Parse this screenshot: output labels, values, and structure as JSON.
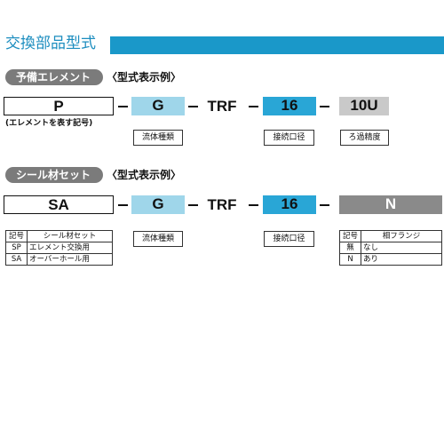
{
  "title": "交換部品型式",
  "section1": {
    "pill": "予備エレメント",
    "subtitle": "〈型式表示例〉",
    "codes": [
      "P",
      "G",
      "TRF",
      "16",
      "10U"
    ],
    "note": "(エレメントを表す記号)",
    "labels": [
      "流体種類",
      "接続口径",
      "ろ過精度"
    ]
  },
  "section2": {
    "pill": "シール材セット",
    "subtitle": "〈型式表示例〉",
    "codes": [
      "SA",
      "G",
      "TRF",
      "16",
      "N"
    ],
    "labels": [
      "流体種類",
      "接続口径"
    ],
    "seal_table": {
      "headers": [
        "記号",
        "シール材セット"
      ],
      "rows": [
        [
          "SP",
          "エレメント交換用"
        ],
        [
          "SA",
          "オーバーホール用"
        ]
      ]
    },
    "flange_table": {
      "headers": [
        "記号",
        "相フランジ"
      ],
      "rows": [
        [
          "無",
          "なし"
        ],
        [
          "N",
          "あり"
        ]
      ]
    }
  },
  "colors": {
    "accent": "#1a98c9",
    "light_blue": "#9fd6ea",
    "mid_blue": "#29a6d6",
    "grey": "#c9c9c9",
    "dark_grey": "#8a8a8a",
    "pill": "#7b7b7b"
  }
}
